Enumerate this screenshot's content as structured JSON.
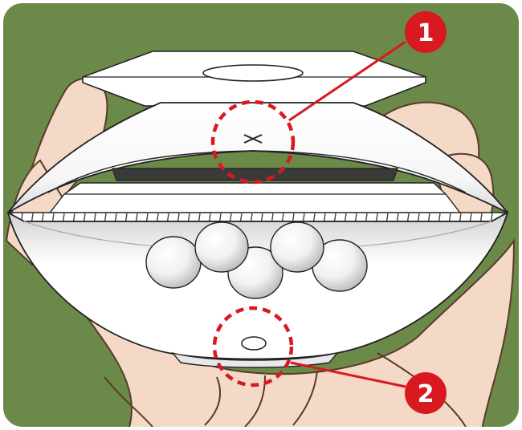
{
  "colors": {
    "frame_background": "#6b8a4a",
    "frame_border": "#ffffff",
    "skin": "#f4d9c6",
    "skin_outline": "#5a3a2a",
    "device_body": "#ffffff",
    "device_outline": "#222222",
    "slot_dark": "#3a3a3a",
    "callout_red": "#d8191f",
    "ball": "#ffffff"
  },
  "icons": {
    "cross_mark": "x-mark-icon",
    "oval_hole": "oval-hole-icon"
  },
  "callouts": [
    {
      "id": "callout-1",
      "number": "1"
    },
    {
      "id": "callout-2",
      "number": "2"
    }
  ]
}
